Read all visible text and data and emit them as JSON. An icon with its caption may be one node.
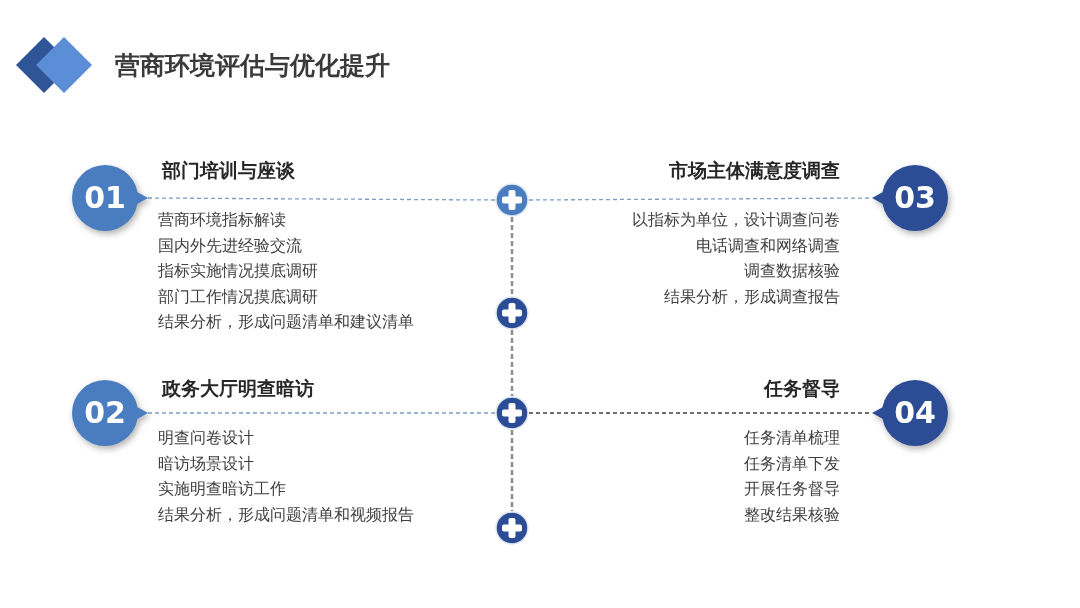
{
  "diagram": {
    "title": "营商环境评估与优化提升",
    "nodes": [
      {
        "text": [
          "01"
        ],
        "beside": [
          "部门培训与座谈",
          "营商环境指标解读",
          "国内外先进经验交流",
          "指标实施情况摸底调研",
          "部门工作情况摸底调研",
          "结果分析，形成问题清单和建议清单"
        ]
      },
      {
        "text": [],
        "shape": "circle"
      },
      {
        "text": [
          "03"
        ],
        "beside": [
          "市场主体满意度调查",
          "以指标为单位，设计调查问卷",
          "电话调查和网络调查",
          "调查数据核验",
          "结果分析，形成调查报告"
        ]
      },
      {
        "text": [],
        "shape": "circle"
      },
      {
        "text": [
          "02"
        ],
        "beside": [
          "政务大厅明查暗访",
          "明查问卷设计",
          "暗访场景设计",
          "实施明查暗访工作",
          "结果分析，形成问题清单和视频报告"
        ]
      },
      {
        "text": [],
        "shape": "circle"
      },
      {
        "text": [
          "04"
        ],
        "beside": [
          "任务督导",
          "任务清单梳理",
          "任务清单下发",
          "开展任务督导",
          "整改结果核验"
        ]
      },
      {
        "text": [],
        "shape": "circle"
      }
    ],
    "edges": [
      {
        "from": 0,
        "to": 1,
        "arrow": "none",
        "style": "dashed"
      },
      {
        "from": 1,
        "to": 2,
        "arrow": "none",
        "style": "dashed"
      },
      {
        "from": 1,
        "to": 3,
        "arrow": "none",
        "style": "dashed",
        "color": "#8c8c8c"
      },
      {
        "from": 3,
        "to": 5,
        "arrow": "none",
        "style": "dashed",
        "color": "#8c8c8c"
      },
      {
        "from": 4,
        "to": 5,
        "arrow": "none",
        "style": "dashed"
      },
      {
        "from": 5,
        "to": 6,
        "arrow": "none",
        "style": "dashed",
        "color": "#404040"
      },
      {
        "from": 5,
        "to": 7,
        "arrow": "none",
        "style": "dashed",
        "color": "#8c8c8c"
      }
    ]
  }
}
